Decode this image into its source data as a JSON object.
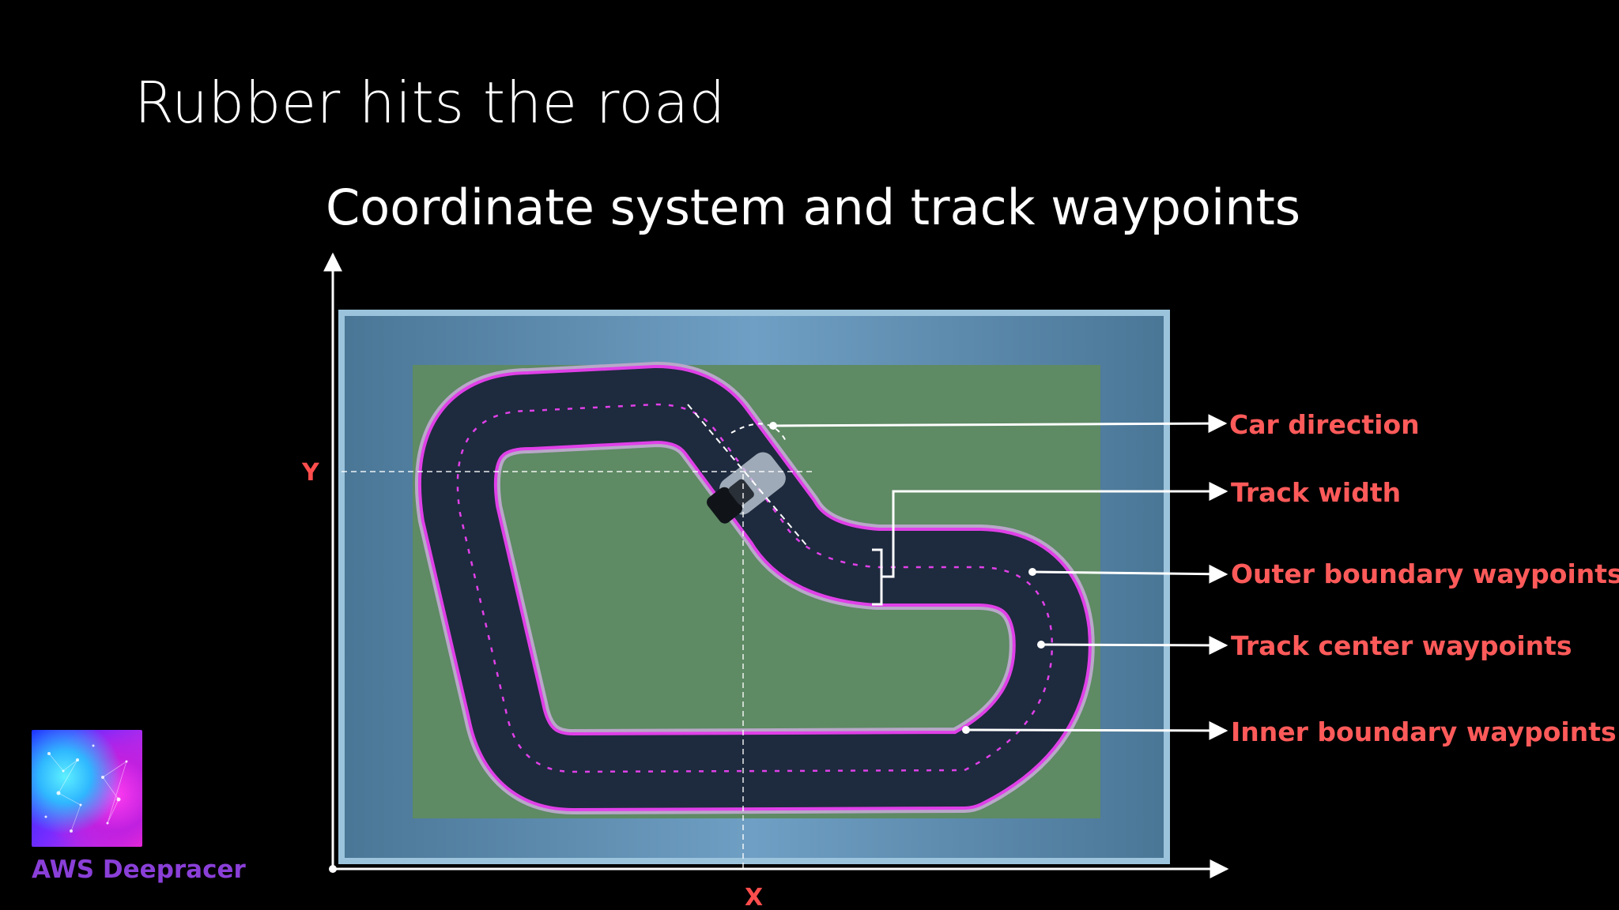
{
  "slide": {
    "title": "Rubber hits the road",
    "subtitle": "Coordinate system and track waypoints"
  },
  "axes": {
    "x_label": "X",
    "y_label": "Y"
  },
  "callouts": [
    "Car direction",
    "Track width",
    "Outer boundary waypoints",
    "Track center waypoints",
    "Inner boundary waypoints"
  ],
  "brand": {
    "name": "AWS Deepracer"
  },
  "colors": {
    "background": "#000000",
    "callout_text": "#ff5a5a",
    "axis_label": "#ff4d4d",
    "brand_text": "#8a3fd8",
    "pool_frame": "#6f9fc4",
    "grass": "#5e8a64",
    "track": "#1e2a3e",
    "waypoints": "#e040e8"
  }
}
